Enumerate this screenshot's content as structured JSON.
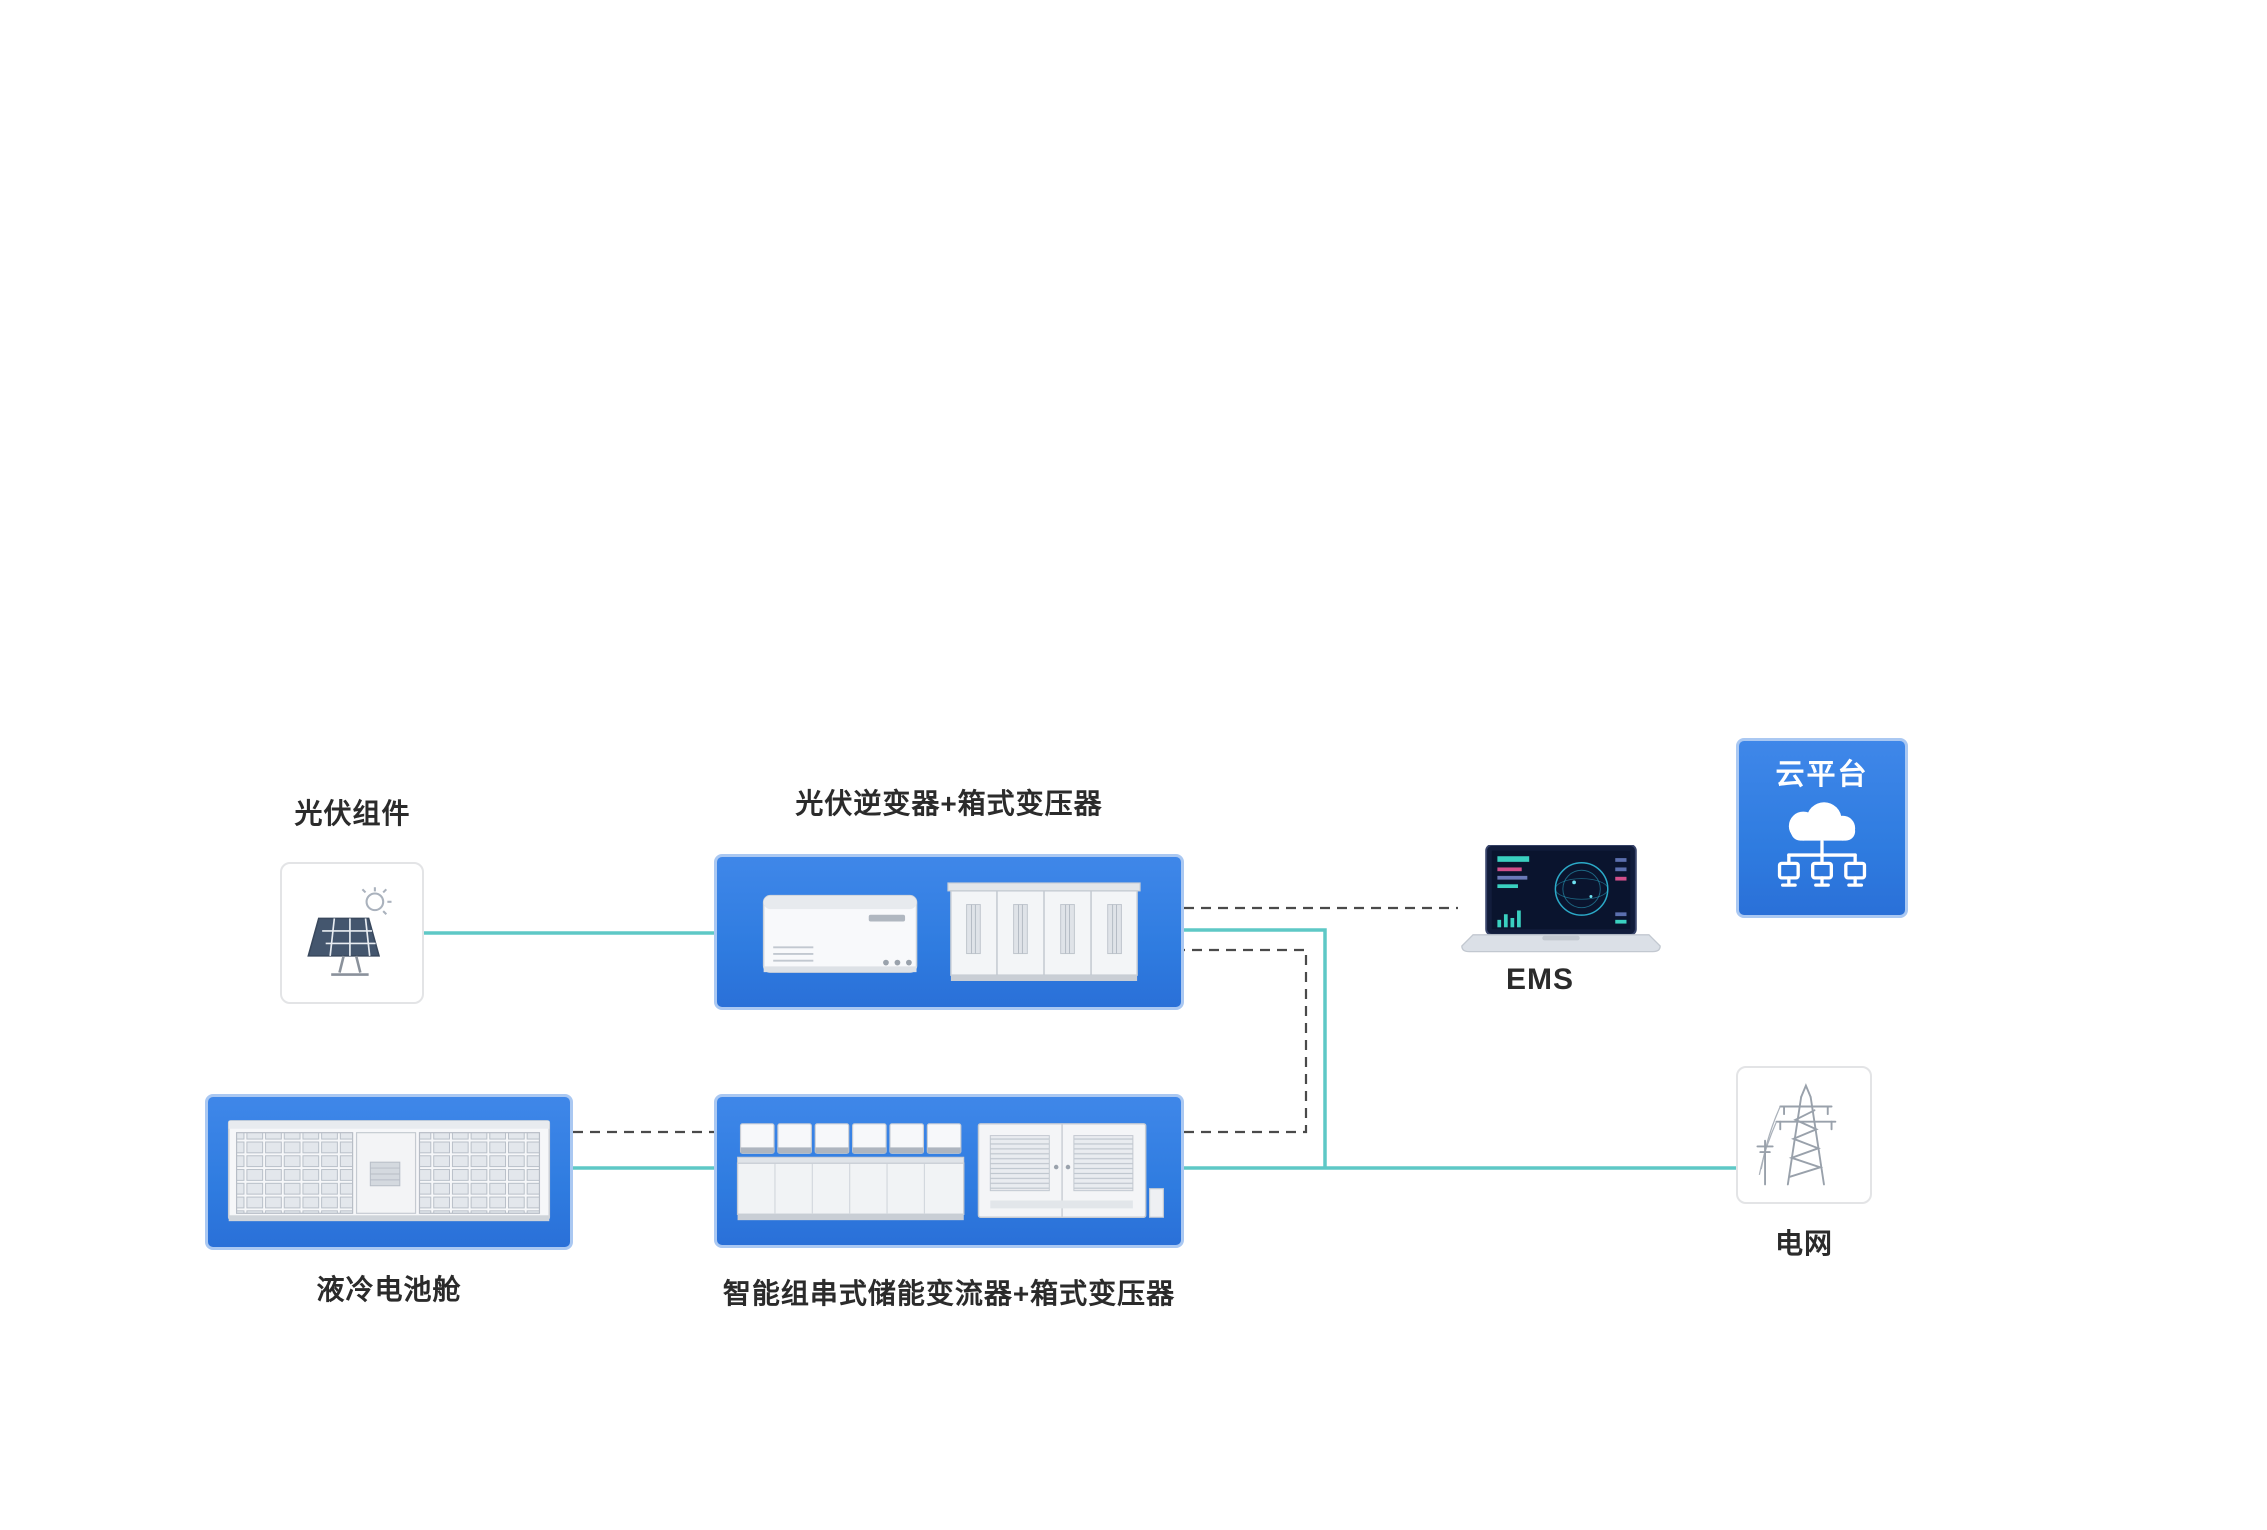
{
  "diagram": {
    "labels": {
      "pv_modules": "光伏组件",
      "pv_inverter": "光伏逆变器+箱式变压器",
      "ems": "EMS",
      "cloud": "云平台",
      "battery": "液冷电池舱",
      "storage": "智能组串式储能变流器+箱式变压器",
      "grid": "电网"
    },
    "colors": {
      "box_blue": "#2f7ce0",
      "box_blue_border": "#aac8f2",
      "line_teal": "#5ec8c6",
      "line_dash": "#4a4a4a",
      "label_text": "#2b2b2b"
    }
  }
}
